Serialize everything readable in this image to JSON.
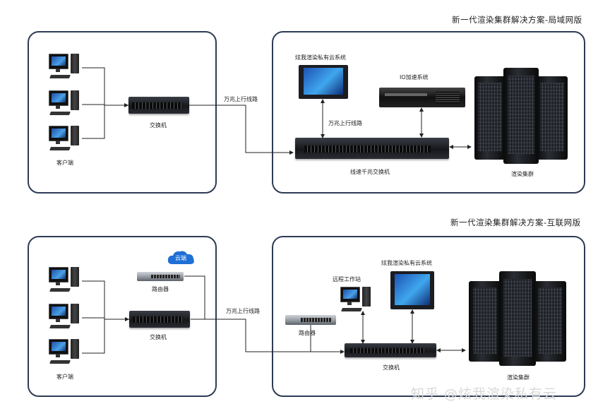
{
  "diagrams": [
    {
      "title": "新一代渲染集群解决方案-局域网版",
      "client_label": "客户端",
      "switch_label": "交换机",
      "uplink_label": "万兆上行线路",
      "private_cloud_label": "炫我渲染私有云系统",
      "io_label": "IO加速系统",
      "inner_uplink_label": "万兆上行线路",
      "core_switch_label": "线速千兆交换机",
      "render_cluster_label": "渲染集群"
    },
    {
      "title": "新一代渲染集群解决方案-互联网版",
      "client_label": "客户端",
      "cloud_label": "云端",
      "router_label": "路由器",
      "switch_label": "交换机",
      "uplink_label": "万兆上行线路",
      "private_cloud_label": "炫我渲染私有云系统",
      "workstation_label": "远程工作站",
      "inner_router_label": "路由器",
      "core_switch_label": "交换机",
      "render_cluster_label": "渲染集群"
    }
  ],
  "watermark": "知乎 @炫我渲染私有云",
  "colors": {
    "panel_border": "#2e3b55",
    "wire": "#222222",
    "cloud_fill": "#1f6fd6"
  }
}
